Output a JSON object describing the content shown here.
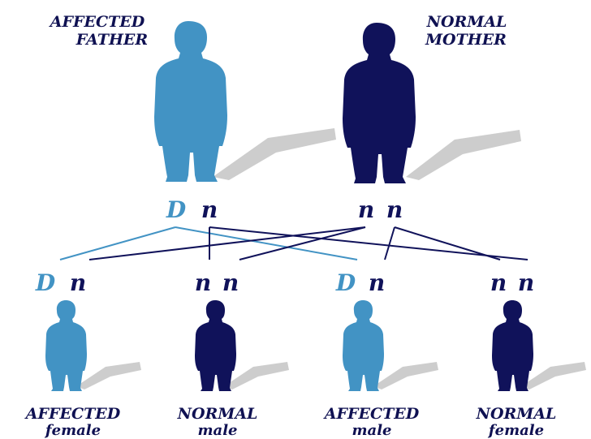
{
  "colors": {
    "affected": "#4293c4",
    "normal": "#10125a",
    "shadow": "#cdcdcd",
    "label_text": "#0f1152",
    "background": "#ffffff"
  },
  "parents": {
    "father": {
      "line1": "AFFECTED",
      "line2": "FATHER",
      "genotype_a": "D",
      "genotype_b": "n",
      "status": "affected"
    },
    "mother": {
      "line1": "NORMAL",
      "line2": "MOTHER",
      "genotype_a": "n",
      "genotype_b": "n",
      "status": "normal"
    }
  },
  "children": [
    {
      "genotype_a": "D",
      "genotype_b": "n",
      "line1": "AFFECTED",
      "line2": "female",
      "status": "affected"
    },
    {
      "genotype_a": "n",
      "genotype_b": "n",
      "line1": "NORMAL",
      "line2": "male",
      "status": "normal"
    },
    {
      "genotype_a": "D",
      "genotype_b": "n",
      "line1": "AFFECTED",
      "line2": "male",
      "status": "affected"
    },
    {
      "genotype_a": "n",
      "genotype_b": "n",
      "line1": "NORMAL",
      "line2": "female",
      "status": "normal"
    }
  ]
}
